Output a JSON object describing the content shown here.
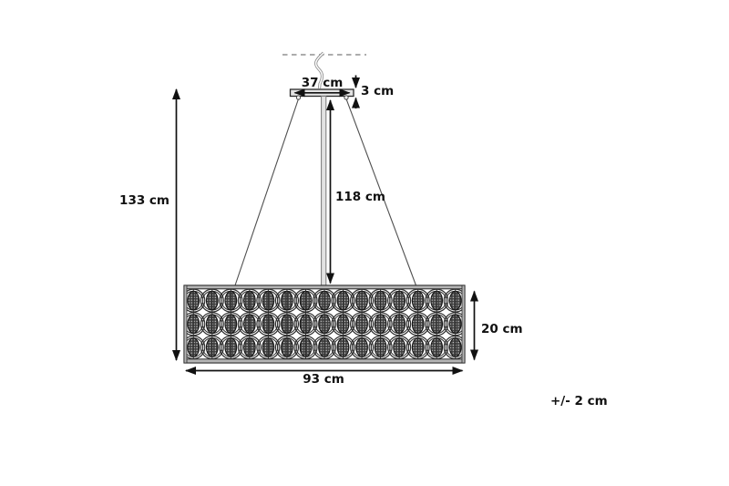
{
  "diagram": {
    "measurements": {
      "canopy_width": "37 cm",
      "canopy_thickness": "3 cm",
      "suspension_length": "118 cm",
      "total_height": "133 cm",
      "shade_height": "20 cm",
      "shade_width": "93 cm"
    },
    "tolerance_note": "+/- 2 cm",
    "colors": {
      "line": "#111111",
      "hardware_gray": "#9a9a9a",
      "rim_gray": "#b4b4b4",
      "background": "#ffffff"
    }
  }
}
